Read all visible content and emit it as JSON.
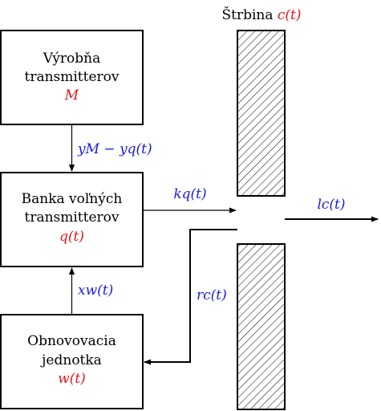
{
  "colors": {
    "red": "#e8141b",
    "blue": "#1a1ae6",
    "black": "#000000"
  },
  "producer": {
    "line1": "Výrobňa",
    "line2": "transmitterov",
    "var": "M"
  },
  "bank": {
    "line1": "Banka voľných",
    "line2": "transmitterov",
    "var": "q(t)"
  },
  "recovery": {
    "line1": "Obnovovacia",
    "line2": "jednotka",
    "var": "w(t)"
  },
  "cleft": {
    "label": "Štrbina",
    "var": "c(t)"
  },
  "flows": {
    "production": "yM − yq(t)",
    "release": "kq(t)",
    "loss": "lc(t)",
    "reuptake": "rc(t)",
    "recovery": "xw(t)"
  }
}
